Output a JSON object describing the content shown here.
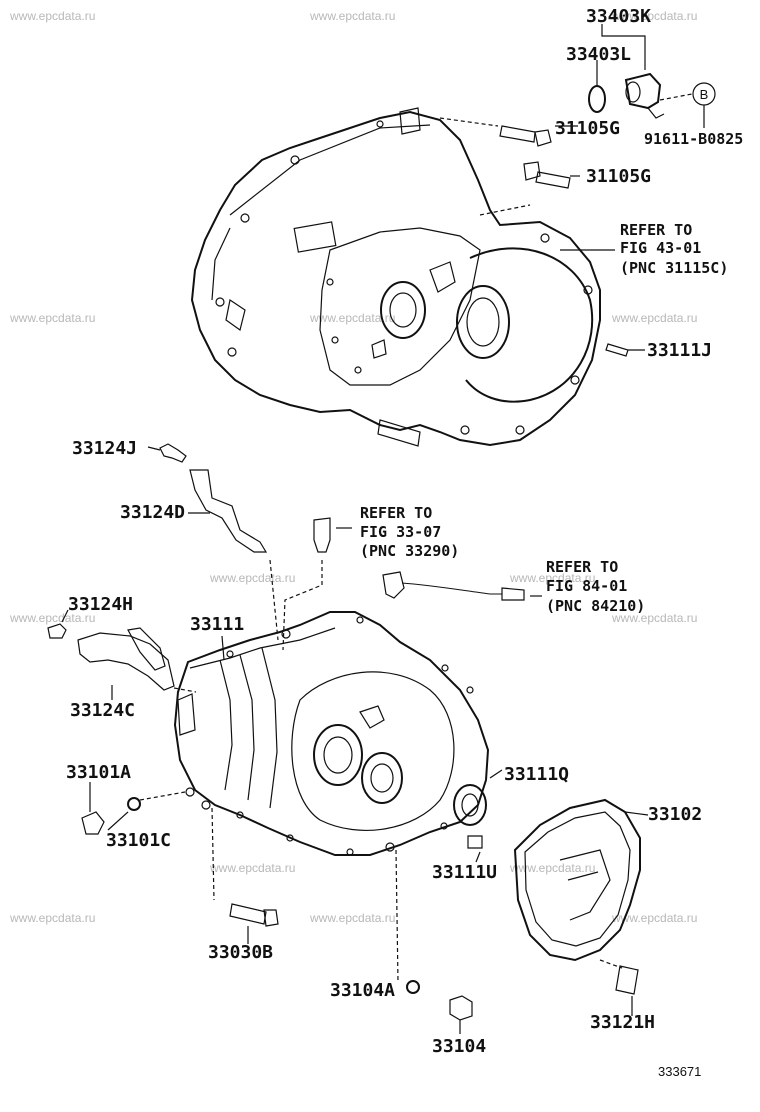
{
  "watermark": "www.epcdata.ru",
  "diagram_code": "333671",
  "labels": {
    "p33403K": "33403K",
    "p33403L": "33403L",
    "p31105G_1": "31105G",
    "p31105G_2": "31105G",
    "p91611": "91611-B0825",
    "callout_b": "B",
    "refer_43_1": "REFER TO",
    "refer_43_2": "FIG 43-01",
    "refer_43_3": "(PNC 31115C)",
    "p33111J": "33111J",
    "p33124J": "33124J",
    "p33124D": "33124D",
    "refer_33_1": "REFER TO",
    "refer_33_2": "FIG 33-07",
    "refer_33_3": "(PNC 33290)",
    "refer_84_1": "REFER TO",
    "refer_84_2": "FIG 84-01",
    "refer_84_3": "(PNC 84210)",
    "p33124H": "33124H",
    "p33111": "33111",
    "p33124C": "33124C",
    "p33101A": "33101A",
    "p33101C": "33101C",
    "p33111Q": "33111Q",
    "p33102": "33102",
    "p33111U": "33111U",
    "p33030B": "33030B",
    "p33104A": "33104A",
    "p33121H": "33121H",
    "p33104": "33104"
  }
}
